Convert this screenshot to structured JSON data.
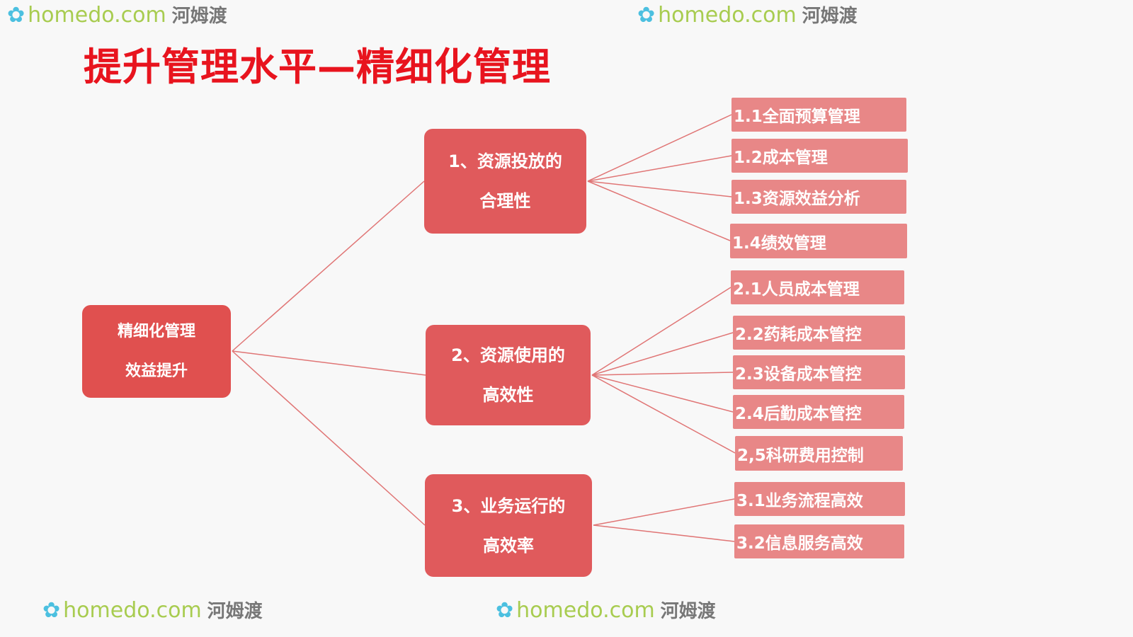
{
  "title": "提升管理水平—精细化管理",
  "root": {
    "line1": "精细化管理",
    "line2": "效益提升"
  },
  "branches": [
    {
      "line1": "1、资源投放的",
      "line2": "合理性",
      "leaves": [
        "1.1全面预算管理",
        "1.2成本管理",
        "1.3资源效益分析",
        "1.4绩效管理"
      ]
    },
    {
      "line1": "2、资源使用的",
      "line2": "高效性",
      "leaves": [
        "2.1人员成本管理",
        "2.2药耗成本管控",
        "2.3设备成本管控",
        "2.4后勤成本管控",
        "2,5科研费用控制"
      ]
    },
    {
      "line1": "3、业务运行的",
      "line2": "高效率",
      "leaves": [
        "3.1业务流程高效",
        "3.2信息服务高效"
      ]
    }
  ],
  "watermark": {
    "brand": "homedo",
    "domain": ".com",
    "cn": "河姆渡"
  },
  "colors": {
    "title": "#e8141e",
    "box": "#e05a5c",
    "leaf": "#e88787",
    "line": "#e07575"
  }
}
